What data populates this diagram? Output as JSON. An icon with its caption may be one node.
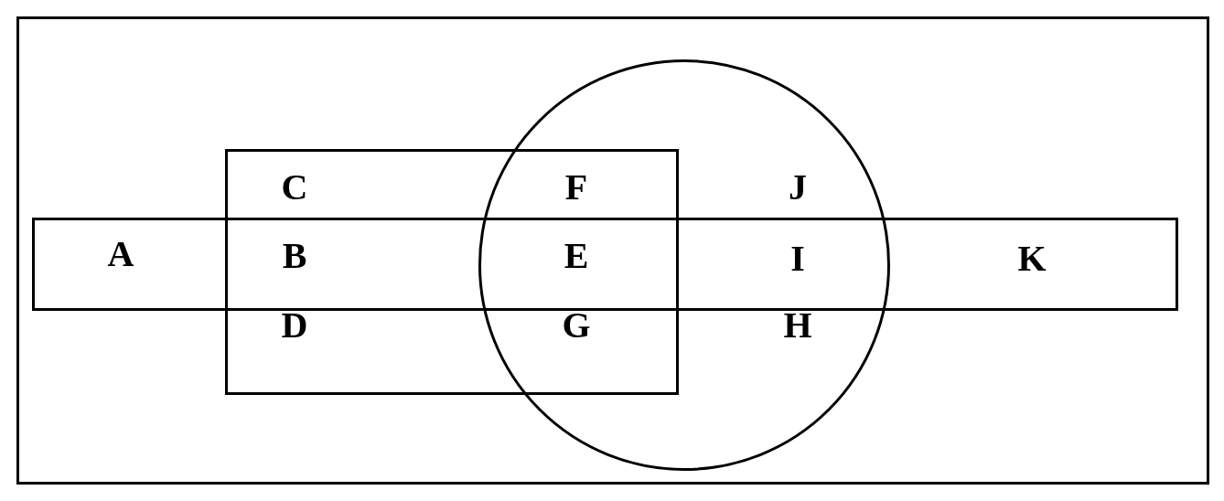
{
  "diagram": {
    "nodes": [
      {
        "text": [],
        "shape": "box"
      },
      {
        "text": [],
        "shape": "bar",
        "in": 0
      },
      {
        "text": [],
        "shape": "box",
        "in": 0
      },
      {
        "text": [],
        "shape": "circle",
        "in": 0
      }
    ],
    "labels": [
      "C",
      "F",
      "J",
      "A",
      "B",
      "E",
      "I",
      "K",
      "D",
      "G",
      "H"
    ]
  }
}
